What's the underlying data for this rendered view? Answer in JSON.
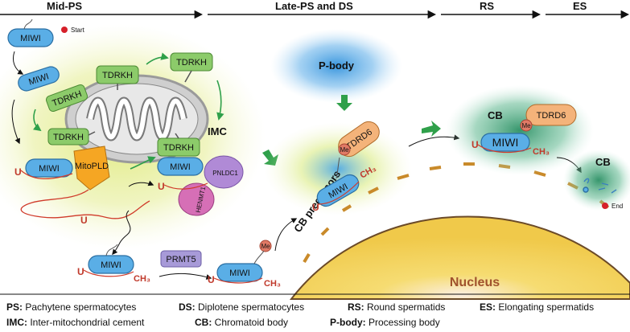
{
  "stages": {
    "mid_ps": "Mid-PS",
    "late_ps_ds": "Late-PS and DS",
    "rs": "RS",
    "es": "ES"
  },
  "markers": {
    "start": "Start",
    "end": "End"
  },
  "proteins": {
    "miwi": "MIWI",
    "tdrkh": "TDRKH",
    "mitopld": "MitoPLD",
    "pnldc1": "PNLDC1",
    "henmt1": "HENMT1",
    "prmt5": "PRMT5",
    "tdrd6": "TDRD6",
    "me": "Me",
    "u": "U",
    "ch3": "CH₃"
  },
  "regions": {
    "imc": "IMC",
    "p_body": "P-body",
    "cb_precursors": "CB precursors",
    "cb": "CB",
    "nucleus": "Nucleus"
  },
  "legend": [
    [
      {
        "key": "PS:",
        "text": " Pachytene spermatocytes"
      },
      {
        "key": "DS:",
        "text": " Diplotene spermatocytes"
      },
      {
        "key": "RS:",
        "text": " Round spermatids"
      },
      {
        "key": "ES:",
        "text": " Elongating spermatids"
      }
    ],
    [
      {
        "key": "IMC:",
        "text": " Inter-mitochondrial cement"
      },
      {
        "key": "CB:",
        "text": " Chromatoid body"
      },
      {
        "key": "P-body:",
        "text": " Processing body"
      }
    ]
  ],
  "colors": {
    "miwi": "#5aaee6",
    "tdrkh": "#8ccb6a",
    "mitopld": "#f5a623",
    "pnldc1": "#b08ad6",
    "henmt1": "#d66fb6",
    "prmt5": "#a79ad8",
    "tdrd6": "#f4b37a",
    "me": "#e07a66",
    "imc": "#d8e86a",
    "p_body": "#3a9be0",
    "cb": "#2f9a6a",
    "nucleus": "#f3d35a",
    "rna": "#d03a2a",
    "arrow_green": "#2fa04a"
  }
}
